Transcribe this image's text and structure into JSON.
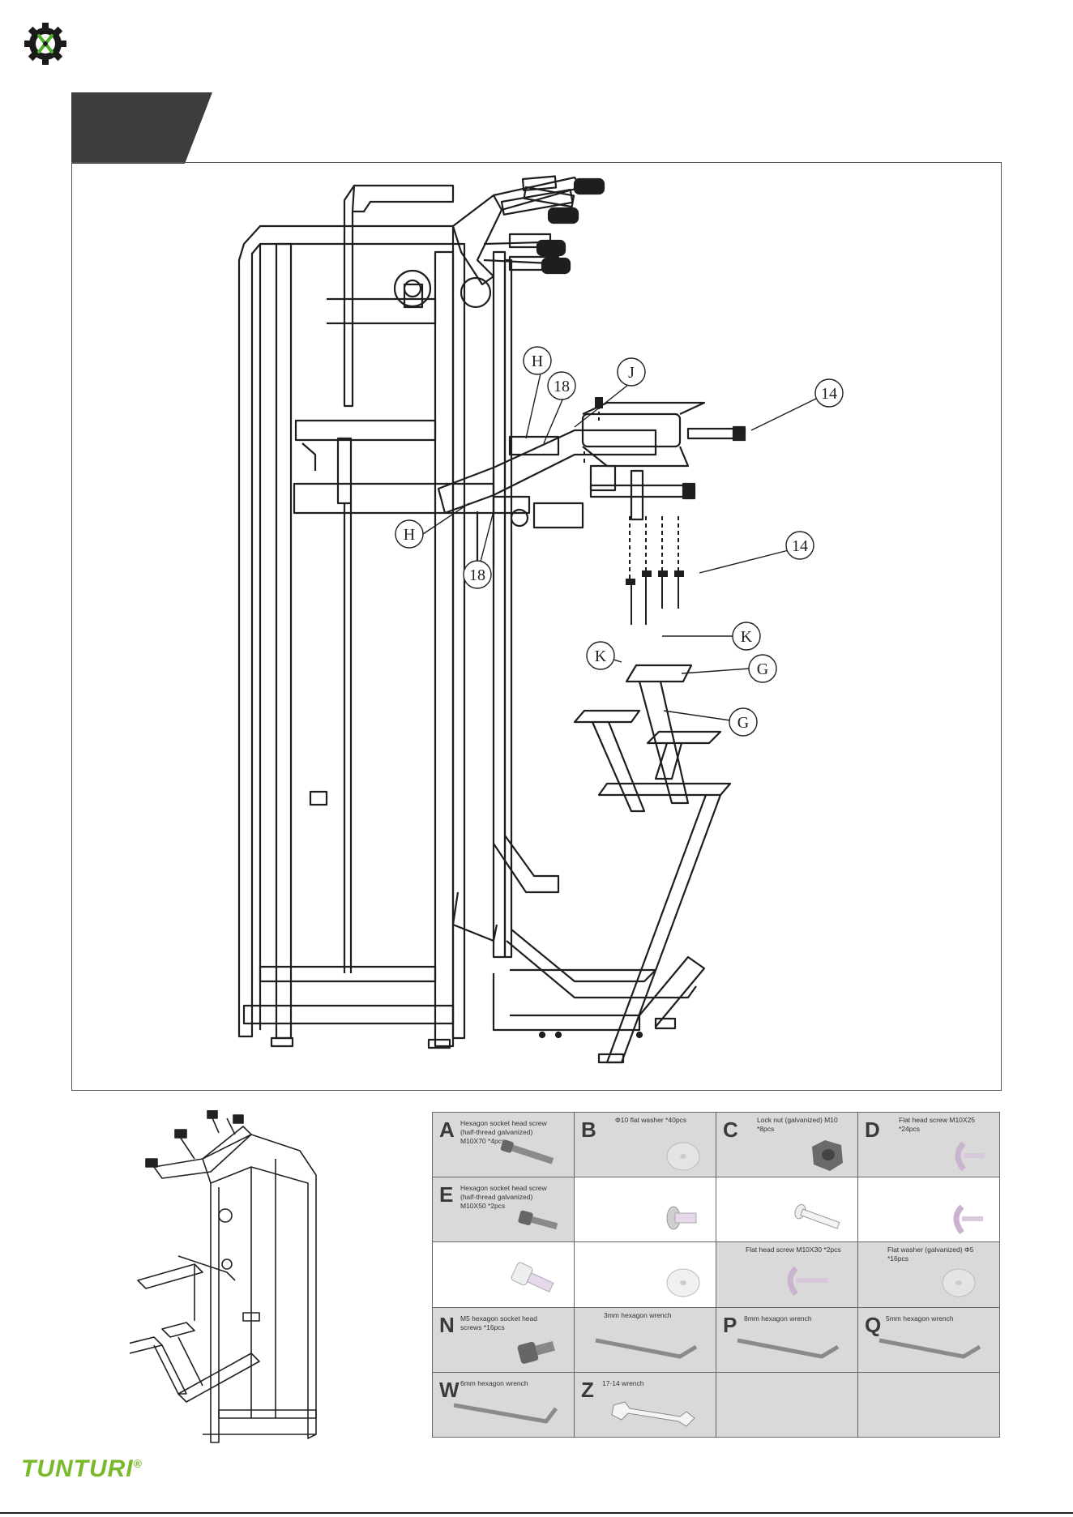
{
  "header": {
    "logo_icon": "gear-wrench-icon",
    "step_tab_color": "#3d3d3d"
  },
  "diagram": {
    "callouts": [
      "H",
      "18",
      "J",
      "14",
      "14",
      "H",
      "18",
      "K",
      "K",
      "G",
      "G"
    ]
  },
  "parts": [
    {
      "letter": "A",
      "desc": "Hexagon socket head screw (half-thread galvanized) M10X70 *4pcs",
      "icon": "hex-socket-screw-long"
    },
    {
      "letter": "B",
      "desc": "Φ10 flat washer *40pcs",
      "icon": "flat-washer"
    },
    {
      "letter": "C",
      "desc": "Lock nut (galvanized) M10 *8pcs",
      "icon": "lock-nut"
    },
    {
      "letter": "D",
      "desc": "Flat head screw M10X25 *24pcs",
      "icon": "flat-head-screw"
    },
    {
      "letter": "E",
      "desc": "Hexagon socket head screw (half-thread galvanized) M10X50 *2pcs",
      "icon": "hex-socket-screw"
    },
    {
      "letter": "",
      "desc": "",
      "icon": "button-head-screw"
    },
    {
      "letter": "",
      "desc": "",
      "icon": "pin-bolt"
    },
    {
      "letter": "",
      "desc": "",
      "icon": "flat-head-screw"
    },
    {
      "letter": "",
      "desc": "",
      "icon": "socket-cap-screw"
    },
    {
      "letter": "",
      "desc": "",
      "icon": "flat-washer"
    },
    {
      "letter": "",
      "desc": "Flat head screw M10X30 *2pcs",
      "icon": "flat-head-screw"
    },
    {
      "letter": "",
      "desc": "Flat washer (galvanized) Φ5 *16pcs",
      "icon": "flat-washer"
    },
    {
      "letter": "N",
      "desc": "M5 hexagon socket head screws *16pcs",
      "icon": "socket-cap-screw"
    },
    {
      "letter": "",
      "desc": "3mm hexagon wrench",
      "icon": "hex-key"
    },
    {
      "letter": "P",
      "desc": "8mm hexagon wrench",
      "icon": "hex-key"
    },
    {
      "letter": "Q",
      "desc": "5mm hexagon wrench",
      "icon": "hex-key"
    },
    {
      "letter": "W",
      "desc": "6mm hexagon wrench",
      "icon": "hex-key"
    },
    {
      "letter": "Z",
      "desc": "17-14 wrench",
      "icon": "open-end-wrench"
    },
    {
      "letter": "",
      "desc": "",
      "icon": ""
    },
    {
      "letter": "",
      "desc": "",
      "icon": ""
    }
  ],
  "footer": {
    "brand": "TUNTURI",
    "registered": "®",
    "brand_color": "#79b92b"
  }
}
